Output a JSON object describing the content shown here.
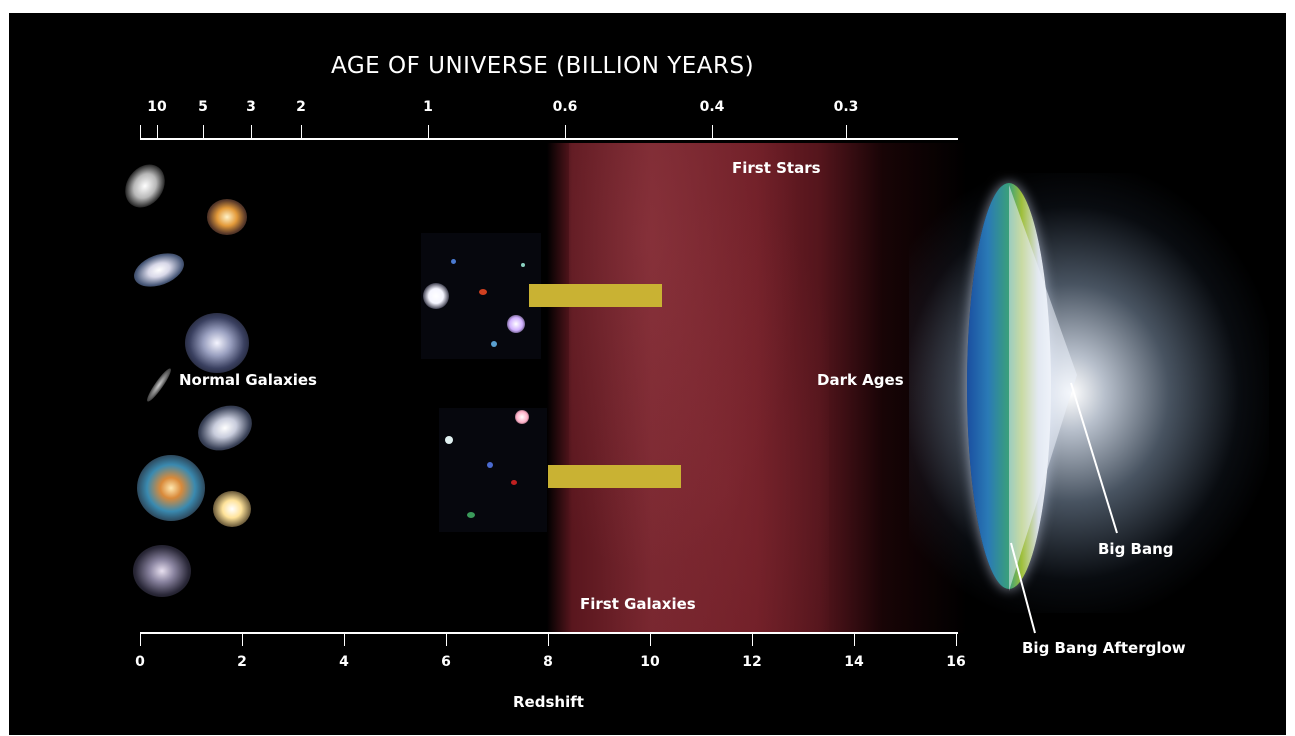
{
  "title": "AGE OF UNIVERSE (BILLION YEARS)",
  "age_ticks": [
    "10",
    "5",
    "3",
    "2",
    "1",
    "0.6",
    "0.4",
    "0.3"
  ],
  "redshift_ticks": [
    "0",
    "2",
    "4",
    "6",
    "8",
    "10",
    "12",
    "14",
    "16"
  ],
  "redshift_label": "Redshift",
  "regions": {
    "first_stars": "First Stars",
    "dark_ages": "Dark Ages",
    "first_galaxies": "First Galaxies",
    "normal_galaxies": "Normal Galaxies"
  },
  "callouts": {
    "big_bang": "Big Bang",
    "afterglow": "Big Bang Afterglow"
  },
  "colors": {
    "background": "#000000",
    "dark_ages_band": "#8a1f2a",
    "redshift_bar": "#c9b233",
    "axis": "#ffffff"
  }
}
